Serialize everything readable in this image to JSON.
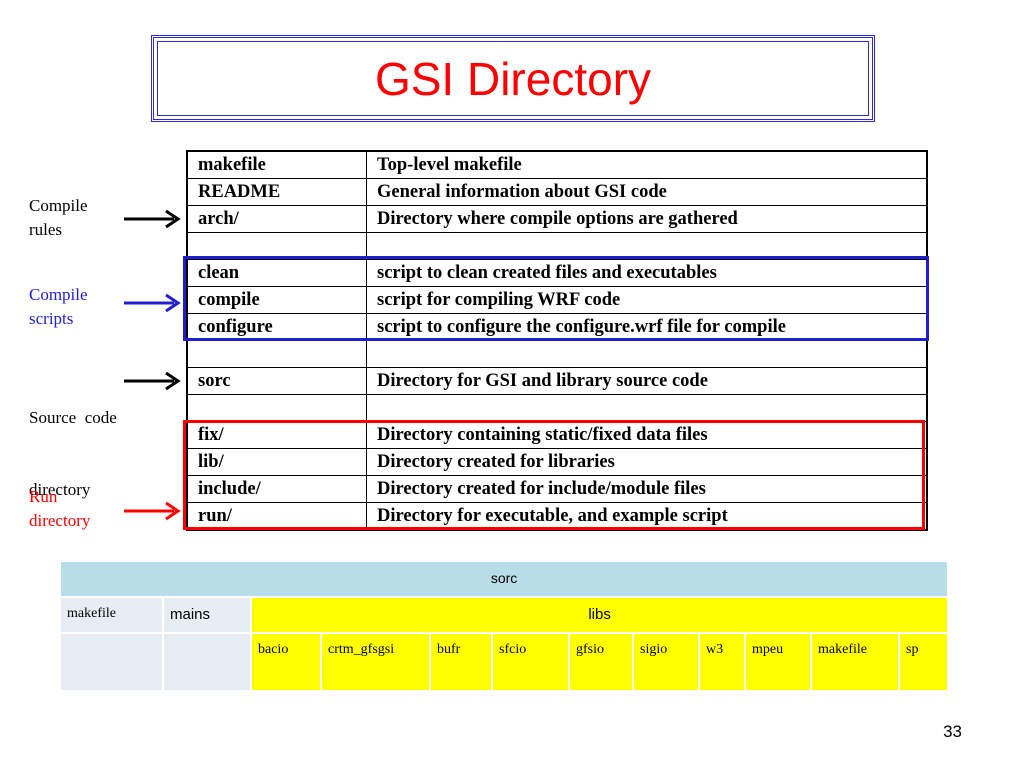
{
  "slide": {
    "title": "GSI Directory",
    "page_number": "33"
  },
  "directory_table": {
    "rows": [
      {
        "name": "makefile",
        "desc": "Top-level makefile"
      },
      {
        "name": "README",
        "desc": "General information about GSI code"
      },
      {
        "name": "arch/",
        "desc": "Directory where compile options are gathered"
      },
      {
        "name": "",
        "desc": ""
      },
      {
        "name": "clean",
        "desc": "script to clean created files and executables"
      },
      {
        "name": "compile",
        "desc": "script for compiling WRF code"
      },
      {
        "name": "configure",
        "desc": "script to configure the configure.wrf file for compile"
      },
      {
        "name": "",
        "desc": ""
      },
      {
        "name": "sorc",
        "desc": "Directory for GSI and library source code"
      },
      {
        "name": "",
        "desc": ""
      },
      {
        "name": "fix/",
        "desc": "Directory containing static/fixed data files"
      },
      {
        "name": "lib/",
        "desc": "Directory created for libraries"
      },
      {
        "name": "include/",
        "desc": "Directory created for include/module files"
      },
      {
        "name": "run/",
        "desc": "Directory for executable, and example script"
      }
    ]
  },
  "annotations": {
    "compile_rules": {
      "line1": "Compile",
      "line2": "rules",
      "color": "#000000"
    },
    "compile_scripts": {
      "line1": "Compile",
      "line2": "scripts",
      "color": "#1f1fd0"
    },
    "source_code": {
      "line1": "Source  code",
      "line2": "directory",
      "color": "#000000"
    },
    "run_directory": {
      "line1": "Run",
      "line2": "directory",
      "color": "#ff0000"
    }
  },
  "sorc_table": {
    "header": "sorc",
    "makefile": "makefile",
    "mains": "mains",
    "libs": "libs",
    "lib_items": [
      "bacio",
      "crtm_gfsgsi",
      "bufr",
      "sfcio",
      "gfsio",
      "sigio",
      "w3",
      "mpeu",
      "makefile",
      "sp"
    ]
  },
  "colors": {
    "title": "#ff0000",
    "title_border": "#2b2bd6",
    "compile_scripts_box": "#1f1fd0",
    "run_box": "#ff0000",
    "sorc_header_bg": "#b7dde8",
    "libs_bg": "#ffff00"
  }
}
